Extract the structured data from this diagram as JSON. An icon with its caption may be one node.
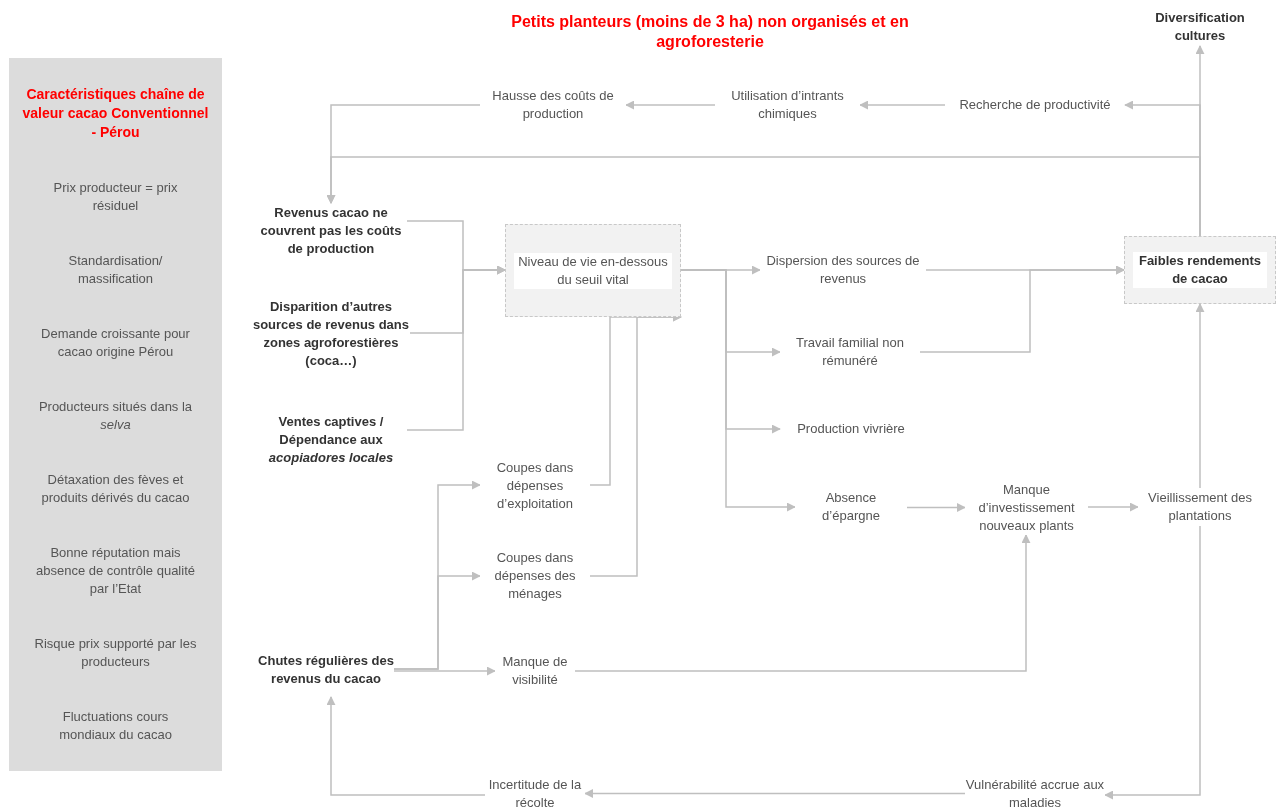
{
  "diagram": {
    "title": "Petits planteurs (moins de 3 ha) non organisés et en agroforesterie",
    "nodes": [
      {
        "text": [
          "Caractéristiques chaîne de valeur cacao Conventionnel - Pérou",
          "Prix producteur = prix résiduel",
          "Standardisation/ massification",
          "Demande croissante pour cacao origine Pérou",
          "Producteurs situés dans la *selva*",
          "Détaxation des fèves et produits dérivés du cacao",
          "Bonne réputation mais absence de contrôle qualité par l’Etat",
          "Risque prix supporté par les producteurs",
          "Fluctuations cours mondiaux du cacao"
        ]
      },
      {
        "text": [
          "Diversification cultures"
        ]
      },
      {
        "text": [
          "Hausse des coûts de production"
        ]
      },
      {
        "text": [
          "Utilisation d’intrants chimiques"
        ]
      },
      {
        "text": [
          "Recherche de productivité"
        ]
      },
      {
        "text": [
          "Revenus cacao ne couvrent pas les coûts de production"
        ]
      },
      {
        "text": [
          "Niveau de vie en-dessous du seuil vital"
        ]
      },
      {
        "text": [
          "Dispersion des sources de revenus"
        ]
      },
      {
        "text": [
          "Faibles rendements de cacao"
        ]
      },
      {
        "text": [
          "Disparition d’autres sources de revenus dans zones agroforestières (coca…)"
        ]
      },
      {
        "text": [
          "Travail familial non rémunéré"
        ]
      },
      {
        "text": [
          "Ventes captives / Dépendance aux *acopiadores locales*"
        ]
      },
      {
        "text": [
          "Production vivrière"
        ]
      },
      {
        "text": [
          "Coupes dans dépenses d’exploitation"
        ]
      },
      {
        "text": [
          "Absence d’épargne"
        ]
      },
      {
        "text": [
          "Manque d’investissement nouveaux plants"
        ]
      },
      {
        "text": [
          "Vieillissement des plantations"
        ]
      },
      {
        "text": [
          "Coupes dans dépenses des ménages"
        ]
      },
      {
        "text": [
          "Chutes régulières des revenus du cacao"
        ]
      },
      {
        "text": [
          "Manque de visibilité"
        ]
      },
      {
        "text": [
          "Incertitude de la récolte"
        ]
      },
      {
        "text": [
          "Vulnérabilité accrue aux maladies"
        ]
      }
    ],
    "edges": [
      {
        "from": 8,
        "to": 1,
        "arrow": "to"
      },
      {
        "from": 8,
        "to": 4,
        "arrow": "to"
      },
      {
        "from": 8,
        "to": 5,
        "arrow": "to"
      },
      {
        "from": 4,
        "to": 3,
        "arrow": "to"
      },
      {
        "from": 3,
        "to": 2,
        "arrow": "to"
      },
      {
        "from": 2,
        "to": 5,
        "arrow": "to"
      },
      {
        "from": 5,
        "to": 6,
        "arrow": "to"
      },
      {
        "from": 9,
        "to": 6,
        "arrow": "to"
      },
      {
        "from": 11,
        "to": 6,
        "arrow": "to"
      },
      {
        "from": 6,
        "to": 7,
        "arrow": "to"
      },
      {
        "from": 6,
        "to": 10,
        "arrow": "to"
      },
      {
        "from": 6,
        "to": 12,
        "arrow": "to"
      },
      {
        "from": 6,
        "to": 14,
        "arrow": "to"
      },
      {
        "from": 7,
        "to": 8,
        "arrow": "to"
      },
      {
        "from": 10,
        "to": 8,
        "arrow": "to"
      },
      {
        "from": 13,
        "to": 6,
        "arrow": "to"
      },
      {
        "from": 17,
        "to": 6,
        "arrow": "to"
      },
      {
        "from": 18,
        "to": 13,
        "arrow": "to"
      },
      {
        "from": 18,
        "to": 17,
        "arrow": "to"
      },
      {
        "from": 18,
        "to": 19,
        "arrow": "to"
      },
      {
        "from": 19,
        "to": 15,
        "arrow": "to"
      },
      {
        "from": 14,
        "to": 15,
        "arrow": "to"
      },
      {
        "from": 15,
        "to": 16,
        "arrow": "to"
      },
      {
        "from": 16,
        "to": 8,
        "arrow": "to"
      },
      {
        "from": 16,
        "to": 21,
        "arrow": "to"
      },
      {
        "from": 21,
        "to": 20,
        "arrow": "to"
      },
      {
        "from": 20,
        "to": 18,
        "arrow": "to"
      }
    ]
  }
}
